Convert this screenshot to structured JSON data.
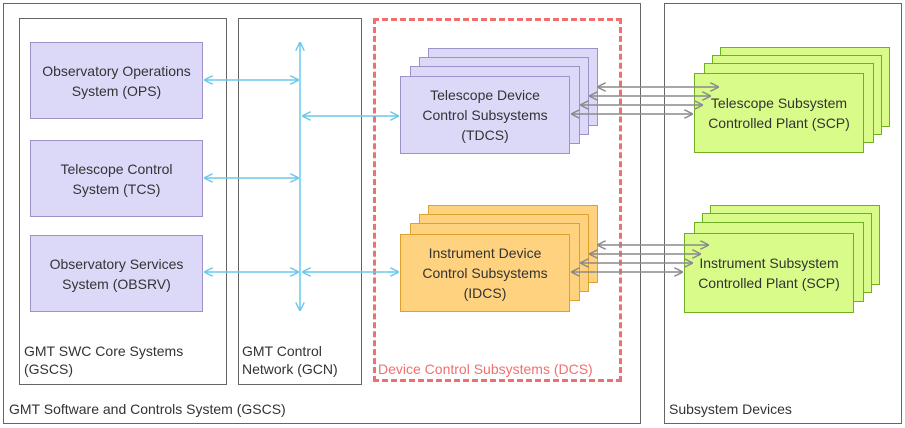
{
  "gscs_label": "GMT Software and Controls System (GSCS)",
  "core_label_1": "GMT SWC Core Systems",
  "core_label_2": "(GSCS)",
  "gcn_label_1": "GMT Control",
  "gcn_label_2": "Network (GCN)",
  "dcs_label": "Device Control Subsystems (DCS)",
  "devices_label": "Subsystem Devices",
  "ops_1": "Observatory Operations",
  "ops_2": "System (OPS)",
  "tcs_1": "Telescope Control",
  "tcs_2": "System (TCS)",
  "obsrv_1": "Observatory Services",
  "obsrv_2": "System (OBSRV)",
  "tdcs_1": "Telescope Device",
  "tdcs_2": "Control Subsystems",
  "tdcs_3": "(TDCS)",
  "idcs_1": "Instrument Device",
  "idcs_2": "Control Subsystems",
  "idcs_3": "(IDCS)",
  "tscp_1": "Telescope Subsystem",
  "tscp_2": "Controlled Plant (SCP)",
  "iscp_1": "Instrument Subsystem",
  "iscp_2": "Controlled Plant (SCP)",
  "colors": {
    "network_arrow": "#6cc8ec",
    "device_arrow": "#8a8a8a",
    "dcs_border": "#f07070",
    "purple_fill": "#dcd8f8",
    "orange_fill": "#ffd27f",
    "green_fill": "#d8fb8a"
  }
}
